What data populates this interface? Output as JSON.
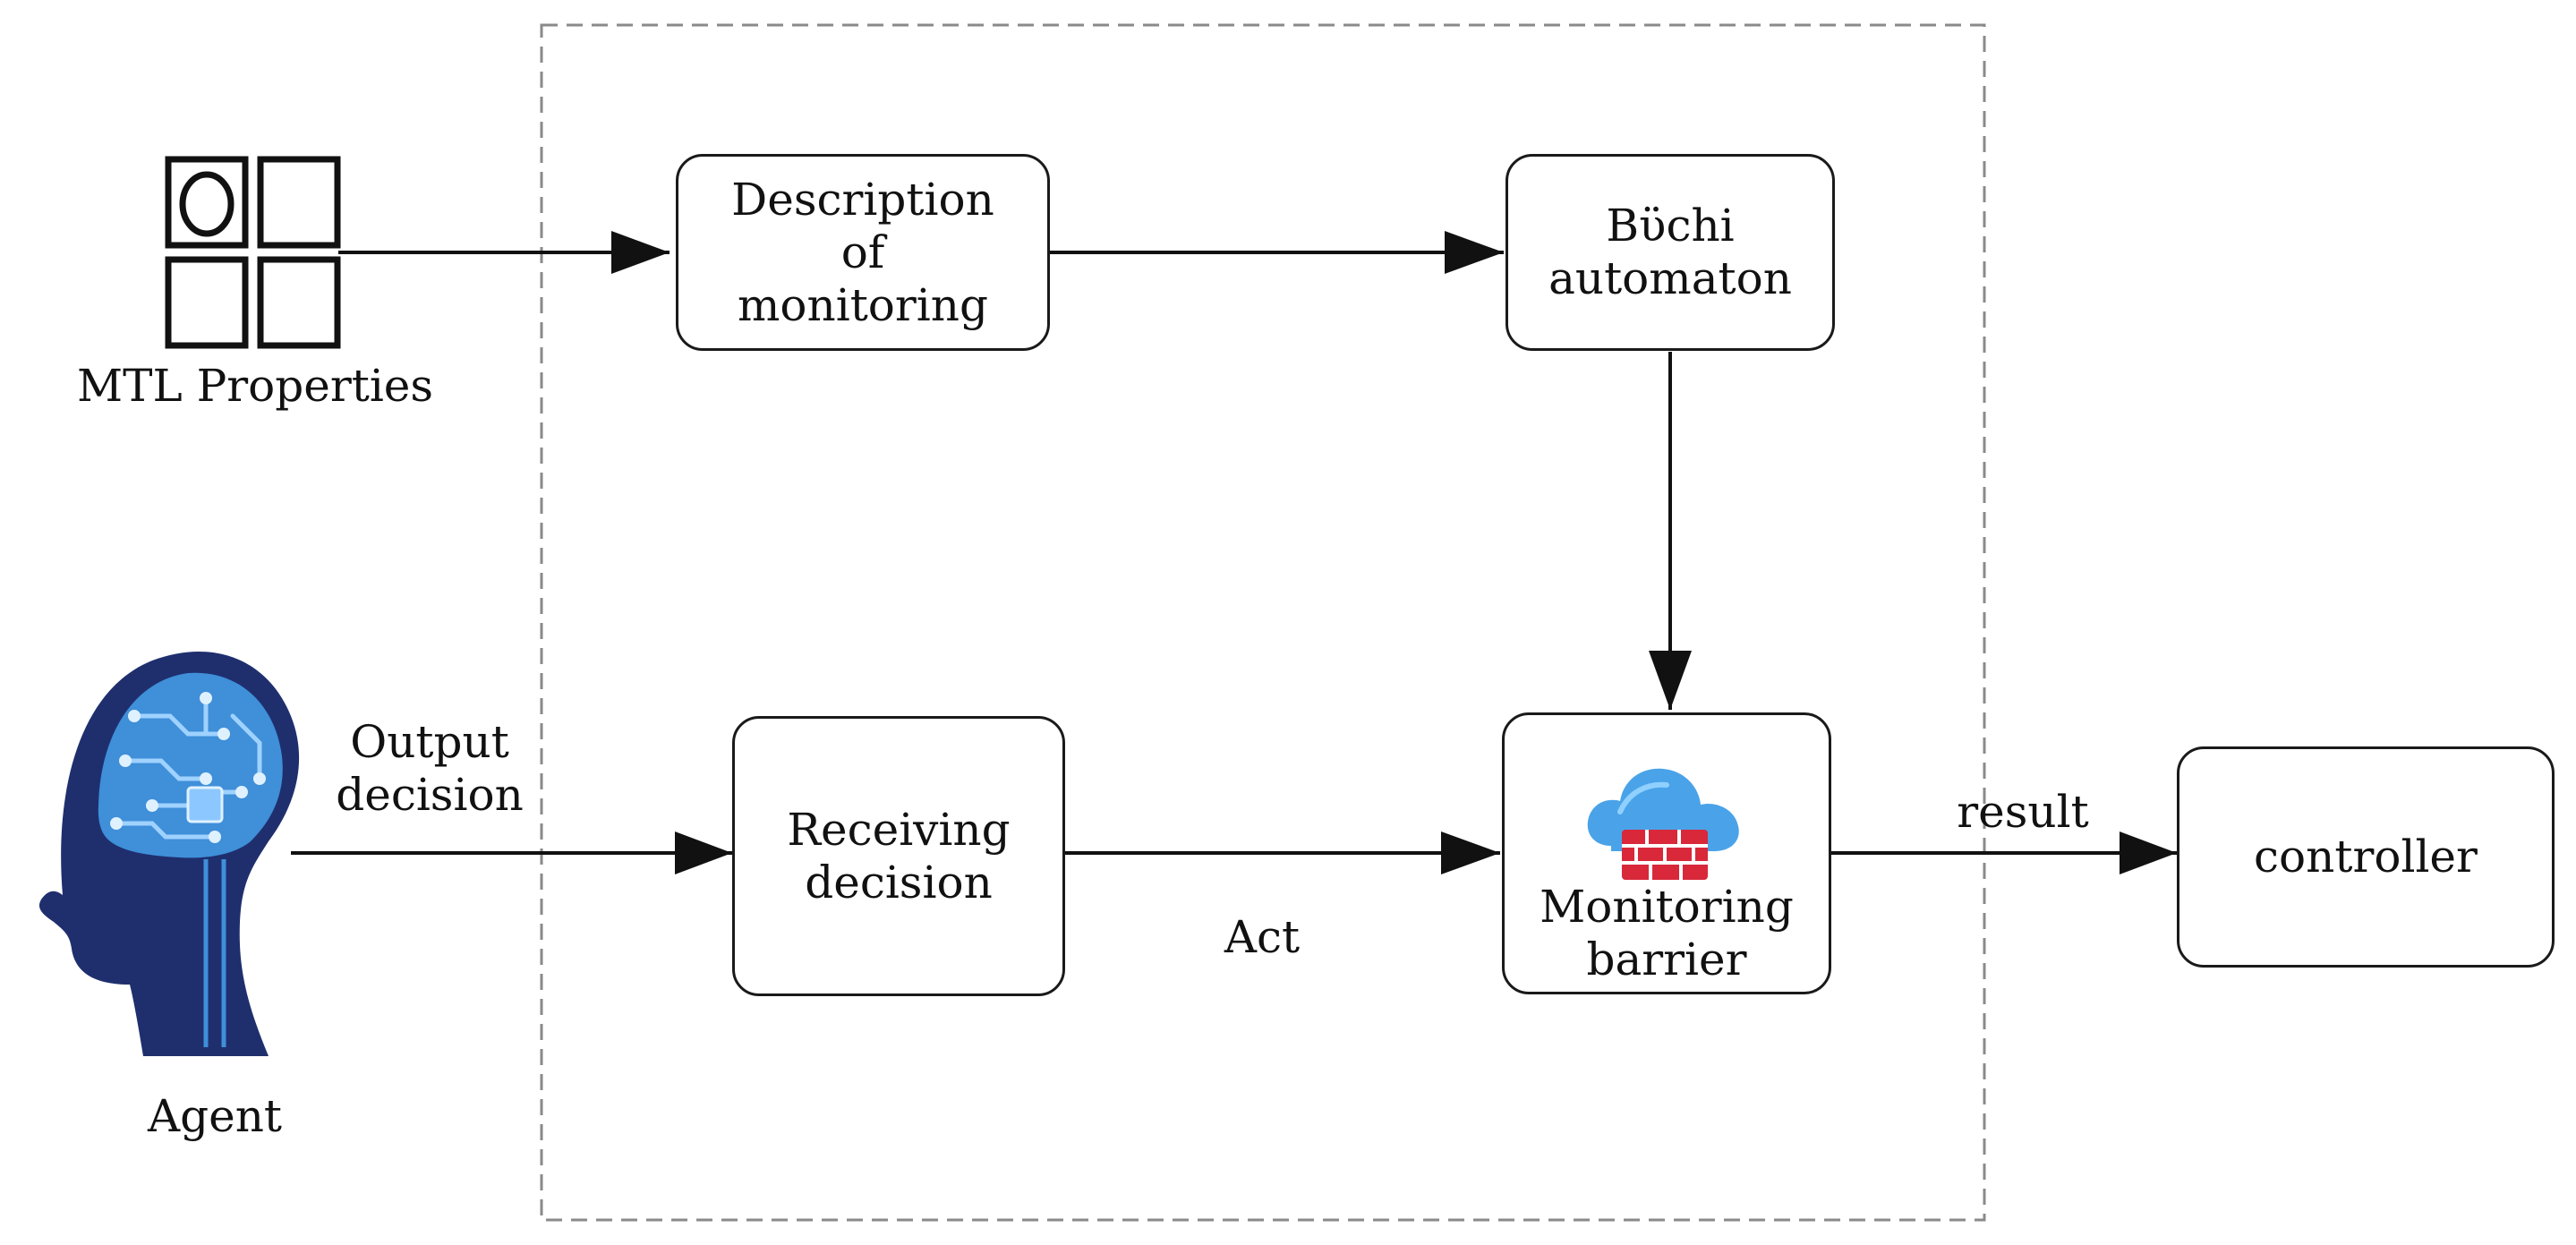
{
  "diagram": {
    "nodes": {
      "description": {
        "label": "Description\nof\nmonitoring"
      },
      "buchi": {
        "label": "Bϋchi\nautomaton"
      },
      "receiving": {
        "label": "Receiving\ndecision"
      },
      "monitoring": {
        "label": "Monitoring\nbarrier",
        "icon": "cloud-firewall-icon"
      },
      "controller": {
        "label": "controller"
      }
    },
    "inputs": {
      "mtl": {
        "label": "MTL Properties",
        "icon": "mtl-grid-icon"
      },
      "agent": {
        "label": "Agent",
        "icon": "agent-head-icon"
      }
    },
    "edge_labels": {
      "output_decision": "Output\ndecision",
      "act": "Act",
      "result": "result"
    },
    "edges": [
      {
        "from": "mtl",
        "to": "description"
      },
      {
        "from": "description",
        "to": "buchi"
      },
      {
        "from": "buchi",
        "to": "monitoring"
      },
      {
        "from": "agent",
        "to": "receiving",
        "label": "Output\ndecision"
      },
      {
        "from": "receiving",
        "to": "monitoring",
        "label": "Act"
      },
      {
        "from": "monitoring",
        "to": "controller",
        "label": "result"
      }
    ],
    "boundary": {
      "style": "dashed"
    },
    "colors": {
      "stroke": "#1a1a1a",
      "boundary": "#8a8a8a",
      "agent_dark": "#1f2f6e",
      "agent_light": "#3f8fd9",
      "cloud": "#4aa3e8",
      "firewall": "#d8283a"
    }
  }
}
